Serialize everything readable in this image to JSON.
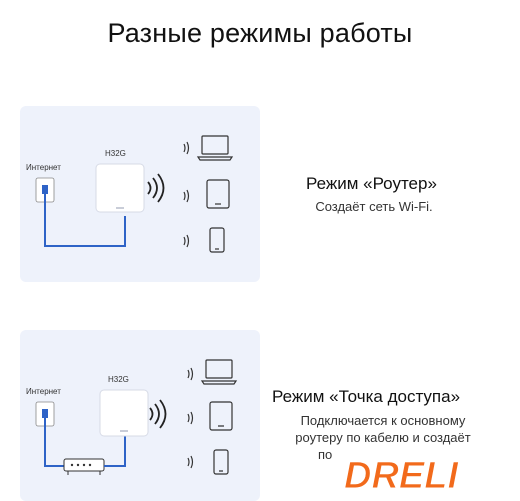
{
  "page": {
    "title": "Разные режимы работы"
  },
  "modes": [
    {
      "title": "Режим «Роутер»",
      "description": "Создаёт сеть Wi-Fi.",
      "internet_label": "Интернет",
      "device_label": "H32G"
    },
    {
      "title": "Режим «Точка доступа»",
      "description_lines": [
        "Подключается к основному",
        "роутеру по кабелю и создаёт",
        "по"
      ],
      "internet_label": "Интернет",
      "device_label": "H32G"
    }
  ],
  "watermark": {
    "text": "DRELI",
    "color": "#f26a1b"
  },
  "colors": {
    "cable": "#2e63c7",
    "panel_bg": "#eef2fb",
    "outline": "#333333"
  }
}
